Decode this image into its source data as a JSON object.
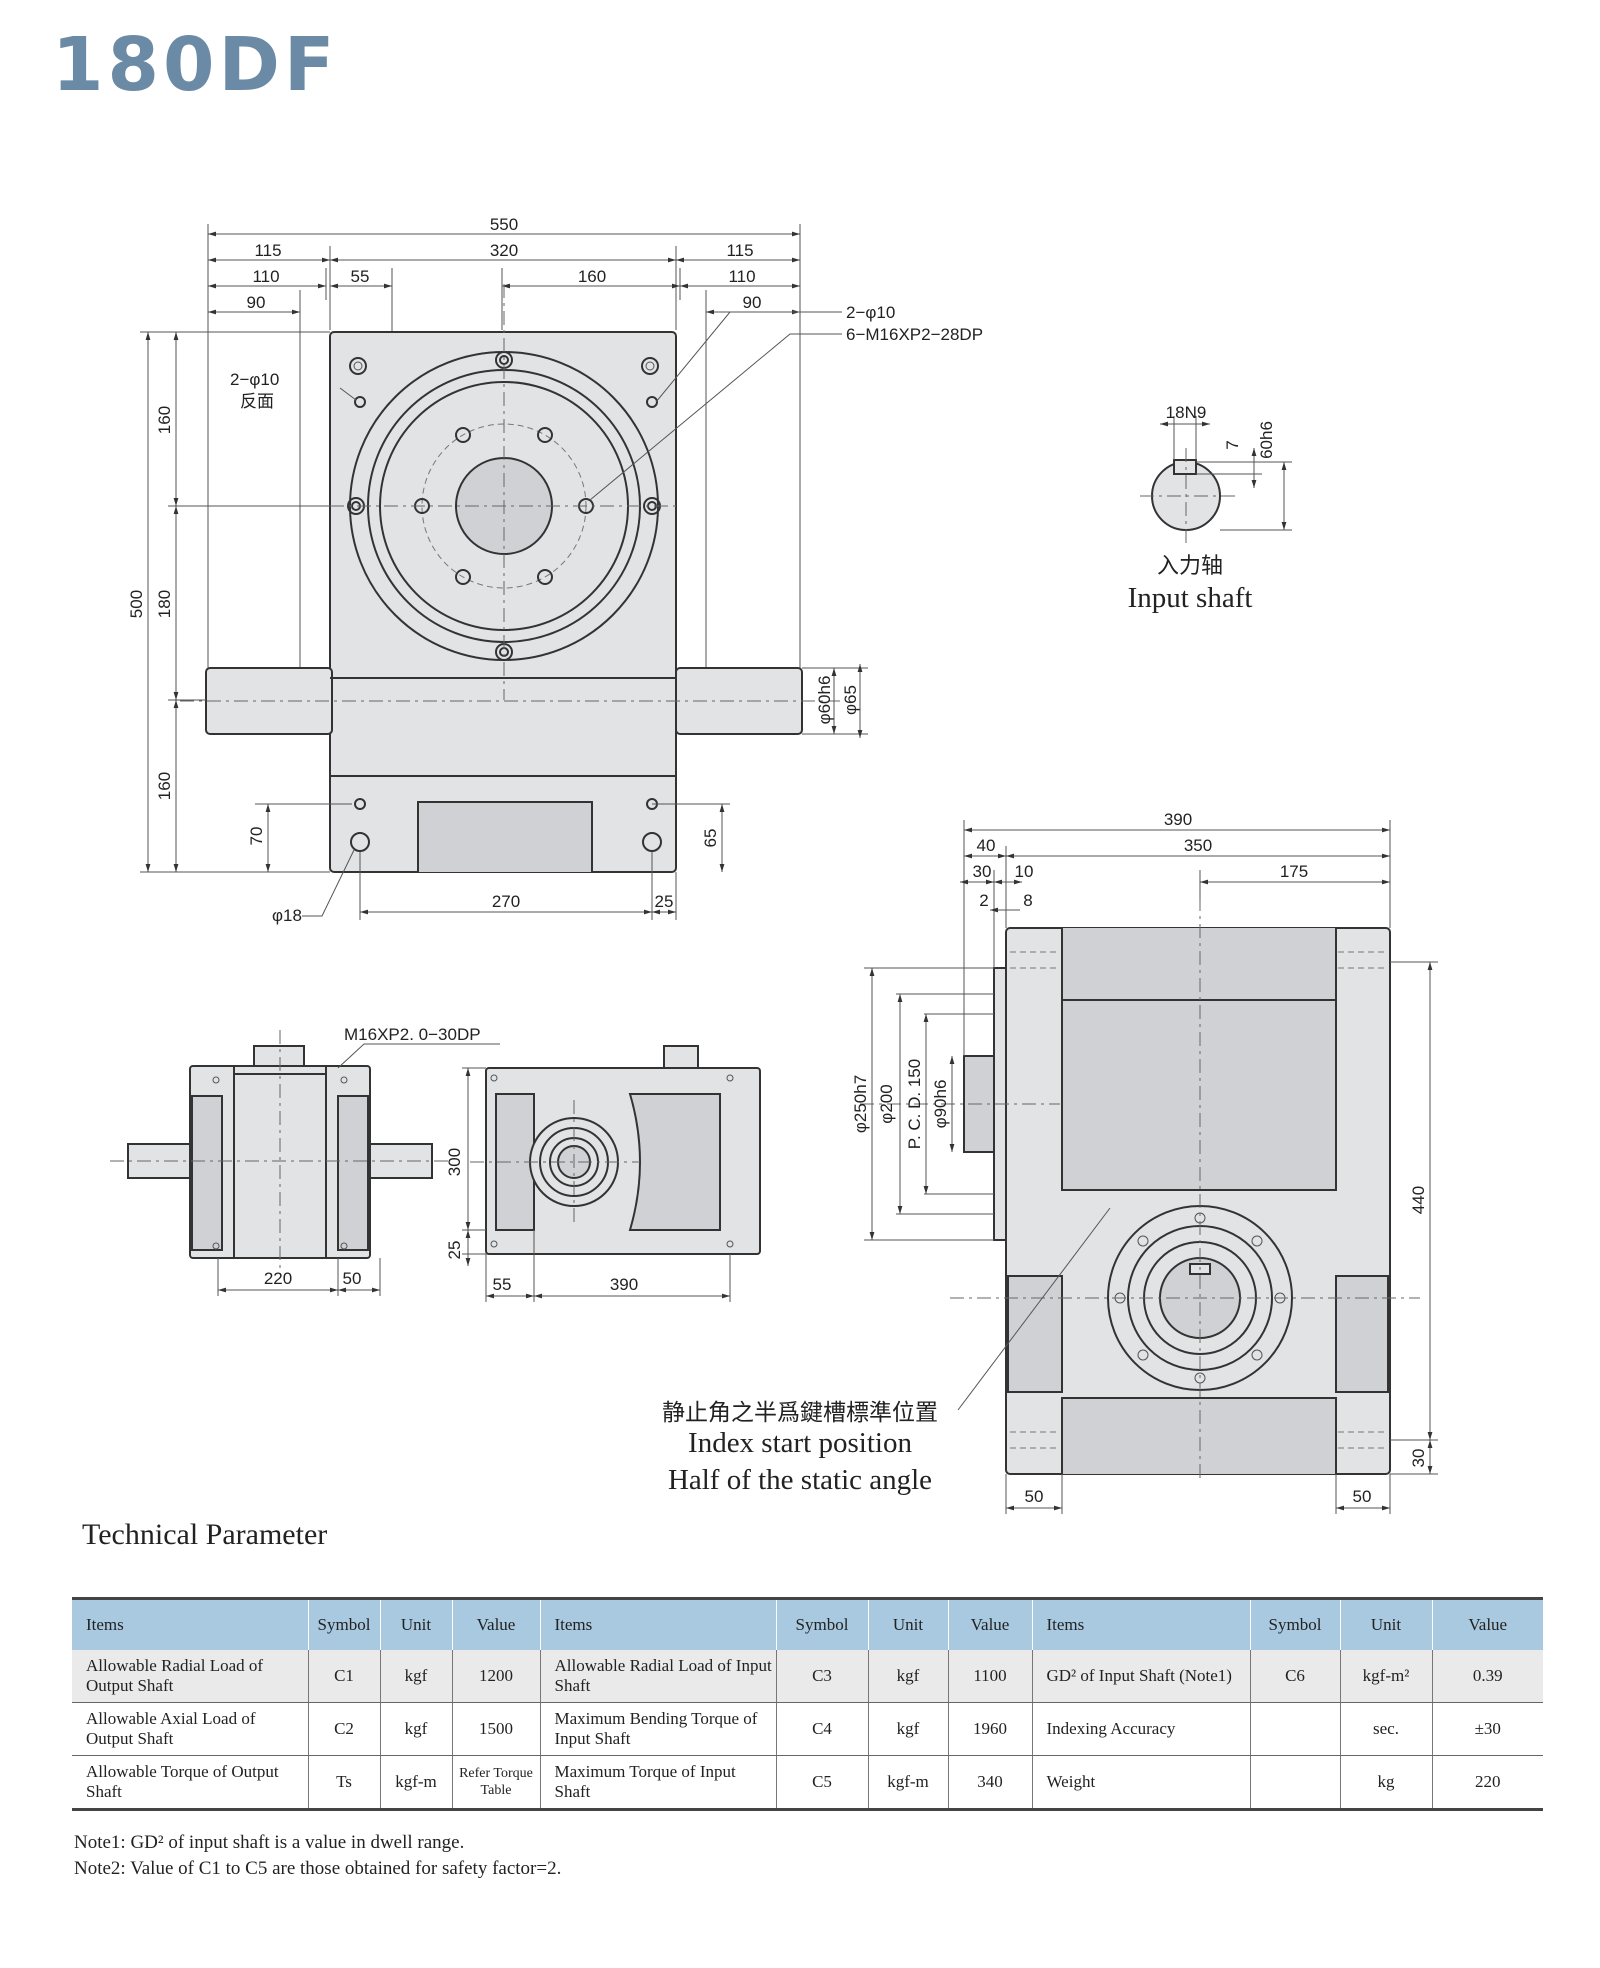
{
  "title": "180DF",
  "drawing": {
    "top_view": {
      "dims_top": [
        "550",
        "115",
        "320",
        "115",
        "110",
        "55",
        "160",
        "110",
        "90",
        "90"
      ],
      "dims_left": [
        "500",
        "160",
        "180",
        "160",
        "70"
      ],
      "dims_right": [
        "φ60h6",
        "φ65",
        "65"
      ],
      "dims_bottom": [
        "270",
        "25"
      ],
      "callouts": [
        "2−φ10",
        "6−M16XP2−28DP",
        "2−φ10",
        "反面",
        "φ18"
      ]
    },
    "input_shaft": {
      "dims": [
        "18N9",
        "7",
        "60h6"
      ],
      "label_cn": "入力轴",
      "label_en": "Input shaft"
    },
    "front_view": {
      "callout": "M16XP2. 0−30DP",
      "dims": [
        "220",
        "50"
      ]
    },
    "side_view": {
      "dims": [
        "300",
        "25",
        "55",
        "390"
      ]
    },
    "right_view": {
      "dims_top": [
        "390",
        "40",
        "350",
        "30",
        "10",
        "175",
        "2",
        "8"
      ],
      "dims_left": [
        "φ250h7",
        "φ200",
        "P. C. D. 150",
        "φ90h6"
      ],
      "dims_right": [
        "440",
        "30"
      ],
      "dims_bottom": [
        "50",
        "50"
      ]
    },
    "caption_cn": "静止角之半爲鍵槽標準位置",
    "caption_en1": "Index start position",
    "caption_en2": "Half of the static angle"
  },
  "tech_title": "Technical Parameter",
  "table": {
    "headers": [
      "Items",
      "Symbol",
      "Unit",
      "Value",
      "Items",
      "Symbol",
      "Unit",
      "Value",
      "Items",
      "Symbol",
      "Unit",
      "Value"
    ],
    "rows": [
      [
        "Allowable Radial Load  of Output Shaft",
        "C1",
        "kgf",
        "1200",
        "Allowable Radial Load of Input Shaft",
        "C3",
        "kgf",
        "1100",
        "GD² of Input Shaft (Note1)",
        "C6",
        "kgf-m²",
        "0.39"
      ],
      [
        "Allowable Axial Load of Output Shaft",
        "C2",
        "kgf",
        "1500",
        "Maximum Bending Torque of Input Shaft",
        "C4",
        "kgf",
        "1960",
        "Indexing Accuracy",
        "",
        "sec.",
        "±30"
      ],
      [
        "Allowable Torque of Output Shaft",
        "Ts",
        "kgf-m",
        "Refer Torque Table",
        "Maximum Torque of Input Shaft",
        "C5",
        "kgf-m",
        "340",
        "Weight",
        "",
        "kg",
        "220"
      ]
    ]
  },
  "notes": [
    "Note1: GD² of input shaft is a value in dwell range.",
    "Note2: Value of  C1 to C5 are those obtained for safety factor=2."
  ]
}
